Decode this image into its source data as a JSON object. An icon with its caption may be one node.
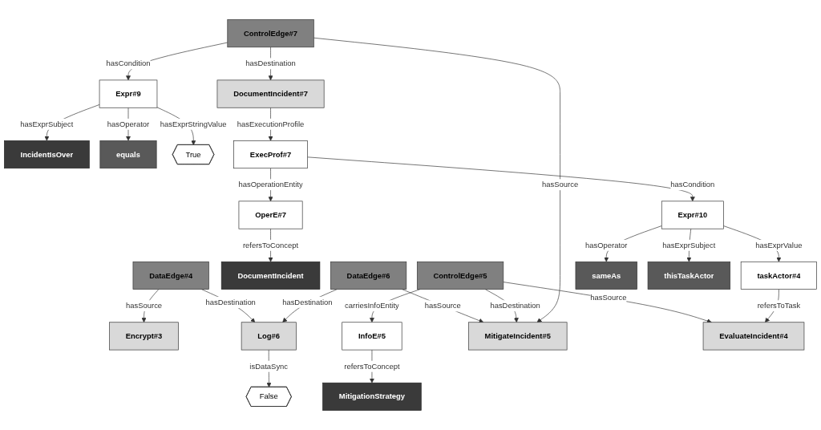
{
  "diagram": {
    "nodes": [
      {
        "text": [
          "DataEdge#4"
        ]
      },
      {
        "text": [
          "Encrypt#3"
        ]
      },
      {
        "text": [
          "Log#6"
        ]
      },
      {
        "text": [
          "False"
        ]
      },
      {
        "text": [
          "IncidentIsOver"
        ]
      },
      {
        "text": [
          "equals"
        ]
      },
      {
        "text": [
          "True"
        ]
      },
      {
        "text": [
          "DocumentIncident"
        ]
      },
      {
        "text": [
          "OperE#7"
        ]
      },
      {
        "text": [
          "Expr#9"
        ]
      },
      {
        "text": [
          "DocumentIncident#7"
        ]
      },
      {
        "text": [
          "DataEdge#6"
        ]
      },
      {
        "text": [
          "InfoE#5"
        ]
      },
      {
        "text": [
          "ExecProf#7"
        ]
      },
      {
        "text": [
          "ControlEdge#5"
        ]
      },
      {
        "text": [
          "ControlEdge#7"
        ]
      },
      {
        "text": [
          "MitigationStrategy"
        ]
      },
      {
        "text": [
          "Expr#10"
        ]
      },
      {
        "text": [
          "MitigateIncident#5"
        ]
      },
      {
        "text": [
          "EvaluateIncident#4"
        ]
      },
      {
        "text": [
          "taskActor#4"
        ]
      },
      {
        "text": [
          "sameAs"
        ]
      },
      {
        "text": [
          "thisTaskActor"
        ]
      }
    ],
    "edges": [
      {
        "from": 0,
        "to": 1,
        "arrow": "to",
        "label": "hasSource"
      },
      {
        "from": 0,
        "to": 2,
        "arrow": "to",
        "label": "hasDestination"
      },
      {
        "from": 2,
        "to": 3,
        "arrow": "to",
        "label": "isDataSync"
      },
      {
        "from": 9,
        "to": 4,
        "arrow": "to",
        "label": "hasExprSubject"
      },
      {
        "from": 9,
        "to": 5,
        "arrow": "to",
        "label": "hasOperator"
      },
      {
        "from": 9,
        "to": 6,
        "arrow": "to",
        "label": "hasExprStringValue"
      },
      {
        "from": 8,
        "to": 7,
        "arrow": "to",
        "label": "refersToConcept"
      },
      {
        "from": 13,
        "to": 8,
        "arrow": "to",
        "label": "hasOperationEntity"
      },
      {
        "from": 10,
        "to": 13,
        "arrow": "to",
        "label": "hasExecutionProfile"
      },
      {
        "from": 15,
        "to": 9,
        "arrow": "to",
        "label": "hasCondition"
      },
      {
        "from": 15,
        "to": 10,
        "arrow": "to",
        "label": "hasDestination"
      },
      {
        "from": 11,
        "to": 2,
        "arrow": "to",
        "label": "hasDestination"
      },
      {
        "from": 11,
        "to": 18,
        "arrow": "to",
        "label": "hasSource"
      },
      {
        "from": 14,
        "to": 12,
        "arrow": "to",
        "label": "carriesInfoEntity"
      },
      {
        "from": 12,
        "to": 16,
        "arrow": "to",
        "label": "refersToConcept"
      },
      {
        "from": 14,
        "to": 18,
        "arrow": "to",
        "label": "hasDestination"
      },
      {
        "from": 14,
        "to": 19,
        "arrow": "to",
        "label": "hasSource"
      },
      {
        "from": 15,
        "to": 18,
        "arrow": "to",
        "label": "hasSource"
      },
      {
        "from": 13,
        "to": 17,
        "arrow": "to",
        "label": "hasCondition"
      },
      {
        "from": 17,
        "to": 20,
        "arrow": "to",
        "label": "hasExprValue"
      },
      {
        "from": 17,
        "to": 21,
        "arrow": "to",
        "label": "hasOperator"
      },
      {
        "from": 17,
        "to": 22,
        "arrow": "to",
        "label": "hasExprSubject"
      },
      {
        "from": 20,
        "to": 19,
        "arrow": "to",
        "label": "refersToTask"
      }
    ]
  }
}
